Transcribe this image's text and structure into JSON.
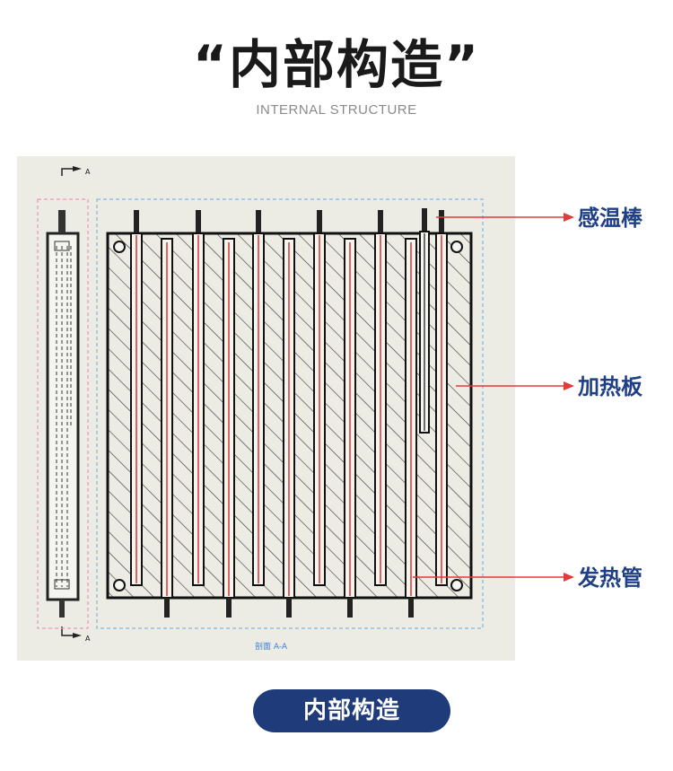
{
  "header": {
    "title": "“内部构造”",
    "subtitle": "INTERNAL STRUCTURE"
  },
  "drawing": {
    "section_label": "剖面 A-A"
  },
  "callouts": {
    "sensor_rod": "感温棒",
    "heating_plate": "加热板",
    "heating_tube": "发热管"
  },
  "footer": {
    "button_label": "内部构造"
  },
  "colors": {
    "title": "#1a1a1a",
    "subtitle": "#8a8a8a",
    "drawing_bg": "#ecece4",
    "red_line": "#e23b3b",
    "callout_text": "#1f3f86",
    "button_bg": "#1f3b7a",
    "dashed_blue": "#7fb6e6",
    "dashed_pink": "#e79ab5"
  }
}
